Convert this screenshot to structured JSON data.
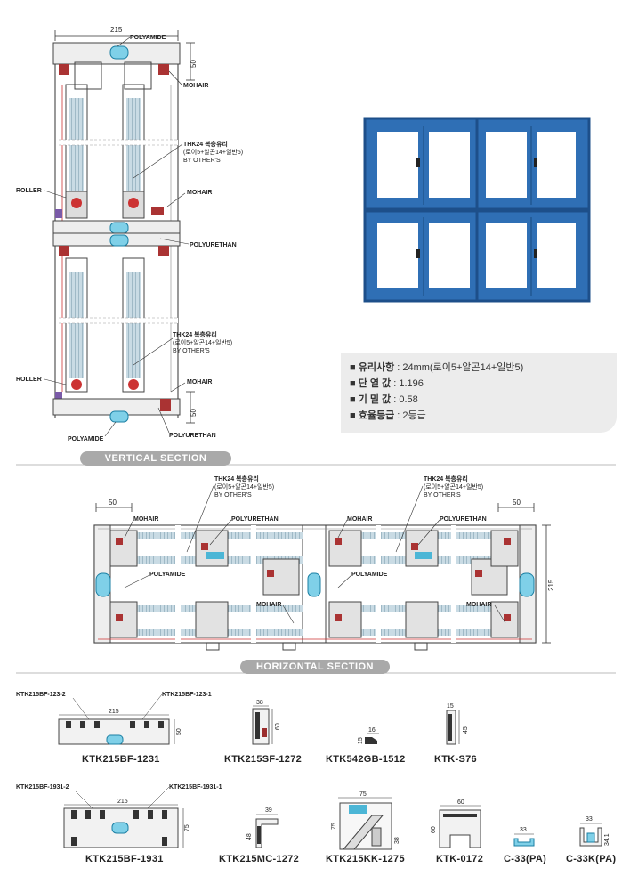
{
  "vertical": {
    "width_dim": "215",
    "height_dim_top": "50",
    "height_dim_bottom": "50",
    "labels": {
      "polyamide_top": "POLYAMIDE",
      "mohair_1": "MOHAIR",
      "glass_1_l1": "THK24 복층유리",
      "glass_1_l2": "(로이5+알곤14+일반5)",
      "glass_1_l3": "BY OTHER'S",
      "roller_1": "ROLLER",
      "mohair_2": "MOHAIR",
      "polyurethan_1": "POLYURETHAN",
      "glass_2_l1": "THK24 복층유리",
      "glass_2_l2": "(로이5+알곤14+일반5)",
      "glass_2_l3": "BY OTHER'S",
      "roller_2": "ROLLER",
      "mohair_3": "MOHAIR",
      "polyamide_bottom": "POLYAMIDE",
      "polyurethan_2": "POLYURETHAN"
    },
    "section_title": "VERTICAL SECTION"
  },
  "window_photo": {
    "frame_color": "#2f6fb5",
    "frame_dark": "#1d4f8a"
  },
  "specs": [
    {
      "label": "유리사항",
      "value": " : 24mm(로이5+알곤14+일반5)"
    },
    {
      "label": "단 열 값",
      "value": " : 1.196"
    },
    {
      "label": "기 밀 값",
      "value": " : 0.58"
    },
    {
      "label": "효율등급",
      "value": " : 2등급"
    }
  ],
  "horizontal": {
    "dim_left": "50",
    "dim_right": "50",
    "dim_height": "215",
    "labels": {
      "glass_l_l1": "THK24 복층유리",
      "glass_l_l2": "(로이5+알곤14+일반5)",
      "glass_l_l3": "BY OTHER'S",
      "glass_r_l1": "THK24 복층유리",
      "glass_r_l2": "(로이5+알곤14+일반5)",
      "glass_r_l3": "BY OTHER'S",
      "mohair_l": "MOHAIR",
      "polyurethan_l": "POLYURETHAN",
      "mohair_r": "MOHAIR",
      "polyurethan_r": "POLYURETHAN",
      "polyamide_l": "POLYAMIDE",
      "polyamide_r": "POLYAMIDE",
      "mohair_bl": "MOHAIR",
      "mohair_br": "MOHAIR"
    },
    "section_title": "HORIZONTAL SECTION"
  },
  "profiles": {
    "p1": {
      "name": "KTK215BF-1231",
      "left_tag": "KTK215BF-123-2",
      "right_tag": "KTK215BF-123-1",
      "w": "215",
      "h": "50"
    },
    "p2": {
      "name": "KTK215SF-1272",
      "w": "38",
      "h": "60"
    },
    "p3": {
      "name": "KTK542GB-1512",
      "w": "16",
      "h": "15"
    },
    "p4": {
      "name": "KTK-S76",
      "w": "15",
      "h": "45"
    },
    "p5": {
      "name": "KTK215BF-1931",
      "left_tag": "KTK215BF-1931-2",
      "right_tag": "KTK215BF-1931-1",
      "w": "215",
      "h": "75"
    },
    "p6": {
      "name": "KTK215MC-1272",
      "w": "39",
      "h": "48"
    },
    "p7": {
      "name": "KTK215KK-1275",
      "w": "75",
      "h1": "75",
      "h2": "38"
    },
    "p8": {
      "name": "KTK-0172",
      "w": "60",
      "h": "60"
    },
    "p9": {
      "name": "C-33(PA)",
      "w": "33"
    },
    "p10": {
      "name": "C-33K(PA)",
      "w": "33",
      "h": "34.1"
    }
  }
}
